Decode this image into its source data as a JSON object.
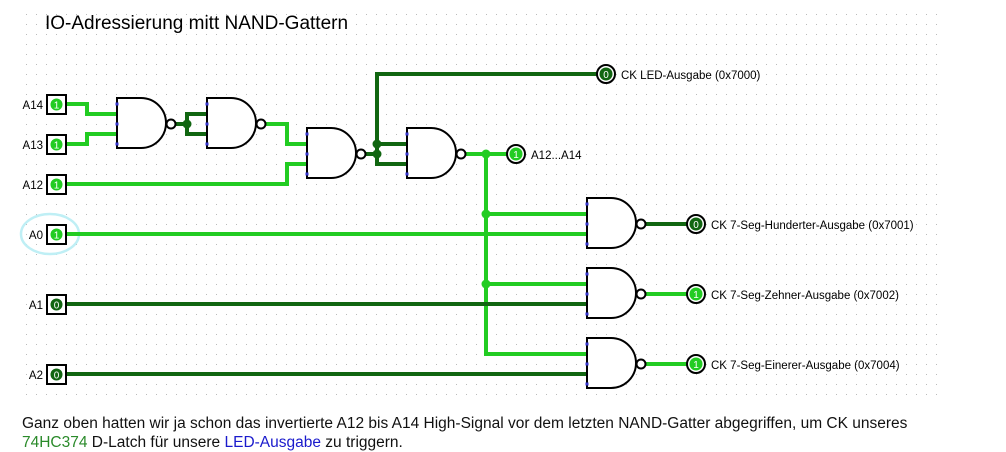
{
  "title": "IO-Adressierung mitt NAND-Gattern",
  "colors": {
    "wire_high": "#22cc22",
    "wire_low": "#116611",
    "pin_high_fill": "#22cc22",
    "pin_low_fill": "#116611",
    "gate_stroke": "#000000",
    "port_dot": "#3333cc",
    "grid_dot": "#bbbbbb",
    "selection_halo": "#bfeff5"
  },
  "inputs": [
    {
      "label": "A14",
      "value": "1",
      "state": "high"
    },
    {
      "label": "A13",
      "value": "1",
      "state": "high"
    },
    {
      "label": "A12",
      "value": "1",
      "state": "high"
    },
    {
      "label": "A0",
      "value": "1",
      "state": "high",
      "selected": true
    },
    {
      "label": "A1",
      "value": "0",
      "state": "low"
    },
    {
      "label": "A2",
      "value": "0",
      "state": "low"
    }
  ],
  "outputs": [
    {
      "label": "CK LED-Ausgabe (0x7000)",
      "value": "0",
      "state": "low"
    },
    {
      "label": "A12...A14",
      "value": "1",
      "state": "high"
    },
    {
      "label": "CK 7-Seg-Hunderter-Ausgabe (0x7001)",
      "value": "0",
      "state": "low"
    },
    {
      "label": "CK 7-Seg-Zehner-Ausgabe (0x7002)",
      "value": "1",
      "state": "high"
    },
    {
      "label": "CK 7-Seg-Einerer-Ausgabe (0x7004)",
      "value": "1",
      "state": "high"
    }
  ],
  "gates": [
    {
      "type": "NAND",
      "name": "nand-a14-a13"
    },
    {
      "type": "NAND",
      "name": "nand-inverter"
    },
    {
      "type": "NAND",
      "name": "nand-a12"
    },
    {
      "type": "NAND",
      "name": "nand-final-inverter"
    },
    {
      "type": "NAND",
      "name": "nand-hunderter"
    },
    {
      "type": "NAND",
      "name": "nand-zehner"
    },
    {
      "type": "NAND",
      "name": "nand-einerer"
    }
  ],
  "paragraph": {
    "line1": "Ganz oben hatten wir ja schon das invertierte A12 bis A14 High-Signal vor dem letzten NAND-Gatter abgegriffen, um CK unseres",
    "line2_link1": "74HC374",
    "line2_text": " D-Latch für unsere ",
    "line2_link2": "LED-Ausgabe",
    "line2_rest": " zu triggern."
  }
}
